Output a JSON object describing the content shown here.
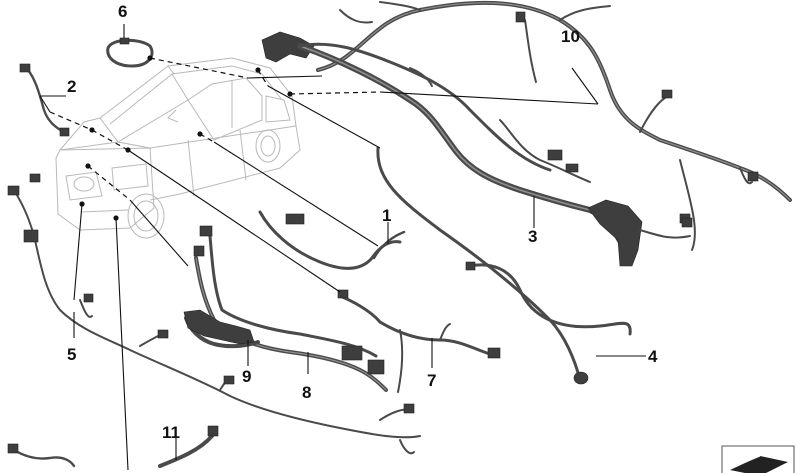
{
  "callouts": [
    {
      "id": "c1",
      "label": "1"
    },
    {
      "id": "c2",
      "label": "2"
    },
    {
      "id": "c3",
      "label": "3"
    },
    {
      "id": "c4",
      "label": "4"
    },
    {
      "id": "c5",
      "label": "5"
    },
    {
      "id": "c6",
      "label": "6"
    },
    {
      "id": "c7",
      "label": "7"
    },
    {
      "id": "c8",
      "label": "8"
    },
    {
      "id": "c9",
      "label": "9"
    },
    {
      "id": "c10",
      "label": "10"
    },
    {
      "id": "c11",
      "label": "11"
    }
  ],
  "colors": {
    "wire": "#4a4a4a",
    "car_outline": "#b9b9b9",
    "leader": "#111111"
  }
}
